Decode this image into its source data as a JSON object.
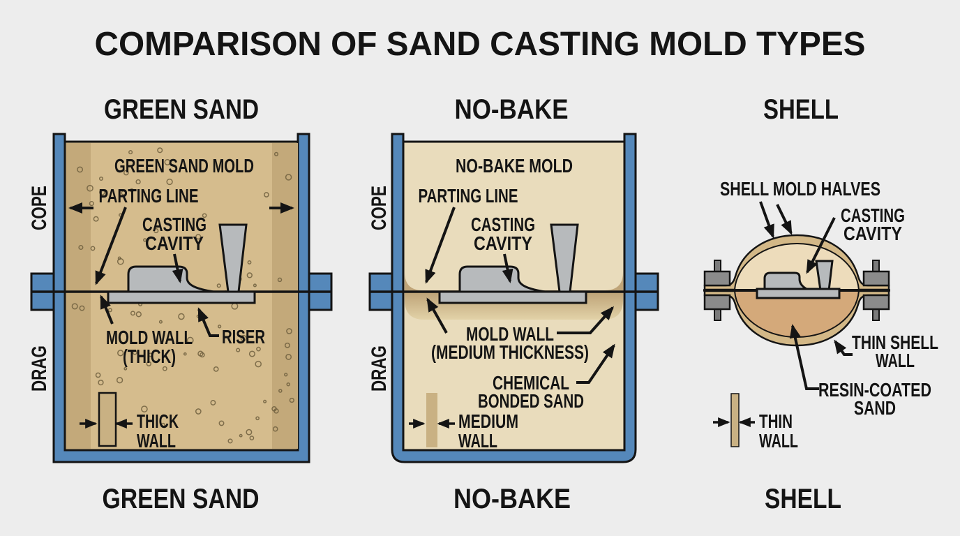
{
  "title": "COMPARISON OF SAND CASTING MOLD TYPES",
  "colors": {
    "background": "#ededed",
    "ink": "#141414",
    "flask_blue": "#5588ba",
    "green_sand": "#d5bc8d",
    "green_sand_dark": "#c3a97a",
    "speckle": "#6f5f3e",
    "nobake_light": "#e9dcbc",
    "nobake_dark": "#bfa478",
    "shell_wall": "#d3b887",
    "shell_top_sand": "#eddcbb",
    "shell_bottom_sand": "#d4a97a",
    "casting_gray": "#b7babc",
    "clamp_gray": "#8b8b8b",
    "wall_chip": "#c9b183"
  },
  "panels": {
    "green_sand": {
      "header": "GREEN SAND",
      "footer": "GREEN SAND",
      "cope": "COPE",
      "drag": "DRAG",
      "mold_label": "GREEN SAND MOLD",
      "parting_line": "PARTING LINE",
      "casting_cavity_line1": "CASTING",
      "casting_cavity_line2": "CAVITY",
      "mold_wall_line1": "MOLD WALL",
      "mold_wall_line2": "(THICK)",
      "riser": "RISER",
      "wall_line1": "THICK",
      "wall_line2": "WALL"
    },
    "no_bake": {
      "header": "NO-BAKE",
      "footer": "NO-BAKE",
      "cope": "COPE",
      "drag": "DRAG",
      "mold_label": "NO-BAKE MOLD",
      "parting_line": "PARTING LINE",
      "casting_cavity_line1": "CASTING",
      "casting_cavity_line2": "CAVITY",
      "mold_wall_line1": "MOLD WALL",
      "mold_wall_line2": "(MEDIUM THICKNESS)",
      "bonded_line1": "CHEMICAL",
      "bonded_line2": "BONDED SAND",
      "wall_line1": "MEDIUM",
      "wall_line2": "WALL"
    },
    "shell": {
      "header": "SHELL",
      "footer": "SHELL",
      "halves_label": "SHELL MOLD HALVES",
      "casting_cavity_line1": "CASTING",
      "casting_cavity_line2": "CAVITY",
      "thin_shell_line1": "THIN SHELL",
      "thin_shell_line2": "WALL",
      "resin_line1": "RESIN-COATED",
      "resin_line2": "SAND",
      "wall_line1": "THIN",
      "wall_line2": "WALL"
    }
  }
}
